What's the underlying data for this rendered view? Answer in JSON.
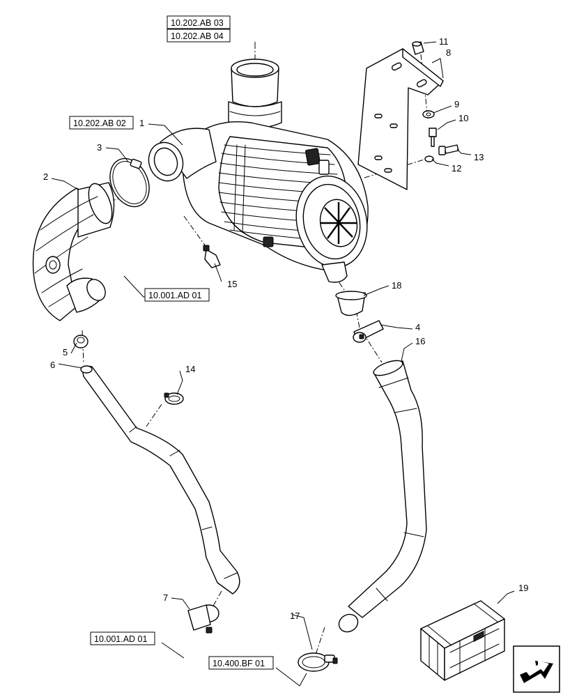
{
  "references": {
    "ab03": "10.202.AB 03",
    "ab04": "10.202.AB 04",
    "ab02": "10.202.AB 02",
    "ad01_upper": "10.001.AD 01",
    "ad01_lower": "10.001.AD 01",
    "bf01": "10.400.BF 01"
  },
  "callouts": {
    "c1": "1",
    "c2": "2",
    "c3": "3",
    "c4": "4",
    "c5": "5",
    "c6": "6",
    "c7": "7",
    "c8": "8",
    "c9": "9",
    "c10": "10",
    "c11": "11",
    "c12": "12",
    "c13": "13",
    "c14": "14",
    "c15": "15",
    "c16": "16",
    "c17": "17",
    "c18": "18",
    "c19": "19"
  },
  "icons": {
    "nav": "next-page-arrow-icon",
    "crate": "shipping-crate-icon"
  }
}
